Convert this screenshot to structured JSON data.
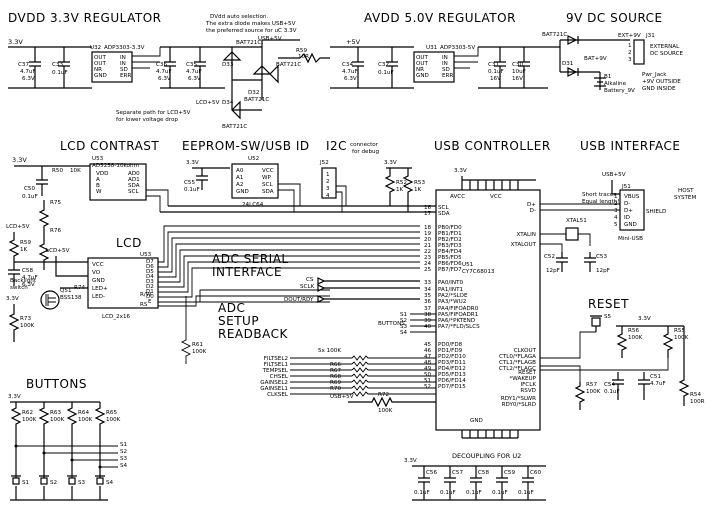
{
  "sections": {
    "dvdd_regulator": "DVDD 3.3V REGULATOR",
    "avdd_regulator": "AVDD 5.0V REGULATOR",
    "dc_source": "9V DC SOURCE",
    "lcd_contrast": "LCD CONTRAST",
    "eeprom": "EEPROM-SW/USB ID",
    "i2c": "I2C",
    "usb_controller": "USB CONTROLLER",
    "usb_interface": "USB INTERFACE",
    "lcd": "LCD",
    "adc_serial_1": "ADC SERIAL",
    "adc_serial_2": "INTERFACE",
    "adc_setup_1": "ADC",
    "adc_setup_2": "SETUP",
    "adc_setup_3": "READBACK",
    "reset": "RESET",
    "buttons": "BUTTONS",
    "decoupling": "DECOUPLING FOR U2"
  },
  "notes": {
    "dvdd_auto_1": "DVdd auto selection.",
    "dvdd_auto_2": "The extra diode makes USB+5V",
    "dvdd_auto_3": "the preferred source for uC 3.3V",
    "separate_path_1": "Separate path for LCD+5V",
    "separate_path_2": "for lower voltage drop",
    "i2c_connector_1": "connector",
    "i2c_connector_2": "for debug",
    "short_traces_1": "Short traces",
    "short_traces_2": "Equal length!",
    "host_1": "HOST",
    "host_2": "SYSTEM",
    "external_1": "EXTERNAL",
    "external_2": "DC SOURCE",
    "pwr_jack_1": "Pwr_Jack",
    "pwr_jack_2": "+9V OUTSIDE",
    "pwr_jack_3": "GND INSIDE",
    "battery_1": "B1",
    "battery_2": "Alkaline",
    "battery_3": "Battery_9V",
    "backlight_1": "Backlight",
    "backlight_2": "switch"
  },
  "nets": {
    "v33": "3.3V",
    "v5": "+5V",
    "usb5v": "USB+5V",
    "lcd5v": "LCD+5V",
    "ext9v": "EXT+9V",
    "bat9v": "BAT+9V"
  },
  "components": {
    "u32": "U32",
    "u32_part": "ADP3303-3.3V",
    "u31": "U31",
    "u31_part": "ADP3303-5V",
    "u53": "U53",
    "u53_part": "AD5258-10kohm",
    "u52": "U52",
    "u52_part": "24LC64",
    "u51": "U51",
    "u51_part": "CY7C68013",
    "u54": "LCD_2x16",
    "j31": "J31",
    "j51": "J51",
    "j52": "J52",
    "j51_part": "Mini-USB",
    "xtal": "XTAL51",
    "q51": "Q51",
    "q51_part": "BSS138",
    "c37": "C37",
    "c37_v": "4.7uF",
    "c37_r": "6.3V",
    "c33": "C33",
    "c33_v": "0.1uF",
    "c36": "C36",
    "c36_v": "4.7uF",
    "c36_r": "6.3V",
    "c35": "C35",
    "c35_v": "4.7uF",
    "c35_r": "6.3V",
    "c34": "C34",
    "c34_v": "4.7uF",
    "c34_r": "6.3V",
    "c32": "C32",
    "c32_v": "0.1uF",
    "c31": "C31",
    "c31_v": "0.1uF",
    "c31_r": "16V",
    "c30": "C30",
    "c30_v": "10uF",
    "c30_r": "16V",
    "c50": "C50",
    "c50_v": "0.1uF",
    "c58": "C58",
    "c58_v": "4.7uF",
    "c58_r": "6.3V",
    "c55": "C55",
    "c55_v": "0.1uF",
    "c52": "C52",
    "c52_v": "12pF",
    "c53": "C53",
    "c53_v": "12pF",
    "c54": "C54",
    "c54_v": "0.1uF",
    "c51": "C51",
    "c51_v": "4.7uF",
    "r59": "R59",
    "r59_v": "10R",
    "r50": "R50",
    "r50_v": "10K",
    "r75": "R75",
    "r76": "R76",
    "r59b": "R59",
    "r59b_v": "1K",
    "r74": "R74 47R",
    "r73": "R73",
    "r73_v": "100K",
    "r61": "R61",
    "r61_v": "100K",
    "r52": "R52",
    "r52_v": "1K",
    "r53": "R53",
    "r53_v": "1K",
    "r56": "R56",
    "r56_v": "100K",
    "r55": "R55",
    "r55_v": "100K",
    "r57": "R57",
    "r57_v": "100K",
    "r54": "R54",
    "r54_v": "100R",
    "r72": "R72",
    "r72_v": "100K",
    "r_pack": "5x 100K",
    "r62": "R62",
    "r62_v": "100K",
    "r63": "R63",
    "r63_v": "100K",
    "r64": "R64",
    "r64_v": "100K",
    "r65": "R65",
    "r65_v": "100K",
    "d33": "D33",
    "d32": "D32",
    "d34": "D34",
    "d31": "D31",
    "d30": "BAT721C",
    "bat721c": "BAT721C",
    "s1": "S1",
    "s2": "S2",
    "s3": "S3",
    "s4": "S4",
    "s5": "S5",
    "c56": "C56",
    "c57": "C57",
    "c58b": "C58",
    "c59": "C59",
    "c60": "C60",
    "c_dec_v": "0.1uF"
  },
  "reg_pins": [
    "OUT",
    "OUT",
    "NR",
    "GND"
  ],
  "reg_pins_r": [
    "IN",
    "IN",
    "SD",
    "ERR"
  ],
  "pot_pins_l": [
    "VDD",
    "A",
    "B",
    "W"
  ],
  "pot_pins_r": [
    "AD0",
    "AD1",
    "SDA",
    "SCL"
  ],
  "eeprom_pins_l": [
    "A0",
    "A1",
    "A2",
    "GND"
  ],
  "eeprom_pins_r": [
    "VCC",
    "WP",
    "SCL",
    "SDA"
  ],
  "lcd_pins_l": [
    "VCC",
    "VO",
    "GND",
    "LED+",
    "LED-"
  ],
  "lcd_pins_r": [
    "D7",
    "D6",
    "D5",
    "D4",
    "D3",
    "D2",
    "D1",
    "D0",
    "E",
    "R/W",
    "RS"
  ],
  "mcu_left_pins": [
    "SCL",
    "SDA",
    "PB0/FD0",
    "PB1/FD1",
    "PB2/FD2",
    "PB3/FD3",
    "PB4/FD4",
    "PB5/FD5",
    "PB6/FD6",
    "PB7/FD7",
    "PA0/INT0",
    "PA1/INT1",
    "PA2/*SLOE",
    "PA3/*WU2",
    "PA4/FIFOADR0",
    "PA5/FIFOADR1",
    "PA6/*PKTEND",
    "PA7/*FLD/SLCS",
    "PD0/FD8",
    "PD1/FD9",
    "PD2/FD10",
    "PD3/FD11",
    "PD4/FD12",
    "PD5/FD13",
    "PD6/FD14",
    "PD7/FD15"
  ],
  "mcu_left_nums": [
    "16",
    "17",
    "18",
    "19",
    "20",
    "21",
    "22",
    "23",
    "24",
    "25",
    "33",
    "34",
    "35",
    "36",
    "37",
    "38",
    "39",
    "40",
    "45",
    "46",
    "47",
    "48",
    "49",
    "50",
    "51",
    "52"
  ],
  "mcu_right_pins": [
    "D+",
    "D-",
    "XTALIN",
    "XTALOUT",
    "CLKOUT",
    "CTL0/*FLAGA",
    "CTL1/*FLAGB",
    "CTL2/*FLAGC",
    "RESET",
    "*WAKEUP",
    "IFCLK",
    "RSVD",
    "RDY1/*SLWR",
    "RDY0/*SLRD"
  ],
  "mcu_top_pins": [
    "AVCC",
    "VCC"
  ],
  "mcu_bottom": "GND",
  "adc_signals": [
    "CS",
    "SCLK",
    "DOUT/RDY"
  ],
  "button_signals": [
    "S1",
    "S2",
    "S3",
    "S4"
  ],
  "buttons_label": "BUTTONS",
  "adc_setup_signals": [
    "FILTSEL2",
    "FILTSEL1",
    "TEMPSEL",
    "CHSEL",
    "GAINSEL2",
    "GAINSEL1",
    "CLKSEL"
  ],
  "pack_names": [
    "R66",
    "R67",
    "R68",
    "R69",
    "R70"
  ],
  "usb_conn_pins": [
    "VBUS",
    "D-",
    "D+",
    "ID",
    "GND"
  ],
  "usb_conn_nums": [
    "1",
    "2",
    "3",
    "4",
    "5"
  ],
  "shield": "SHIELD",
  "dc_pins": [
    "1",
    "2",
    "3"
  ],
  "i2c_pins": [
    "1",
    "2",
    "3",
    "4"
  ]
}
